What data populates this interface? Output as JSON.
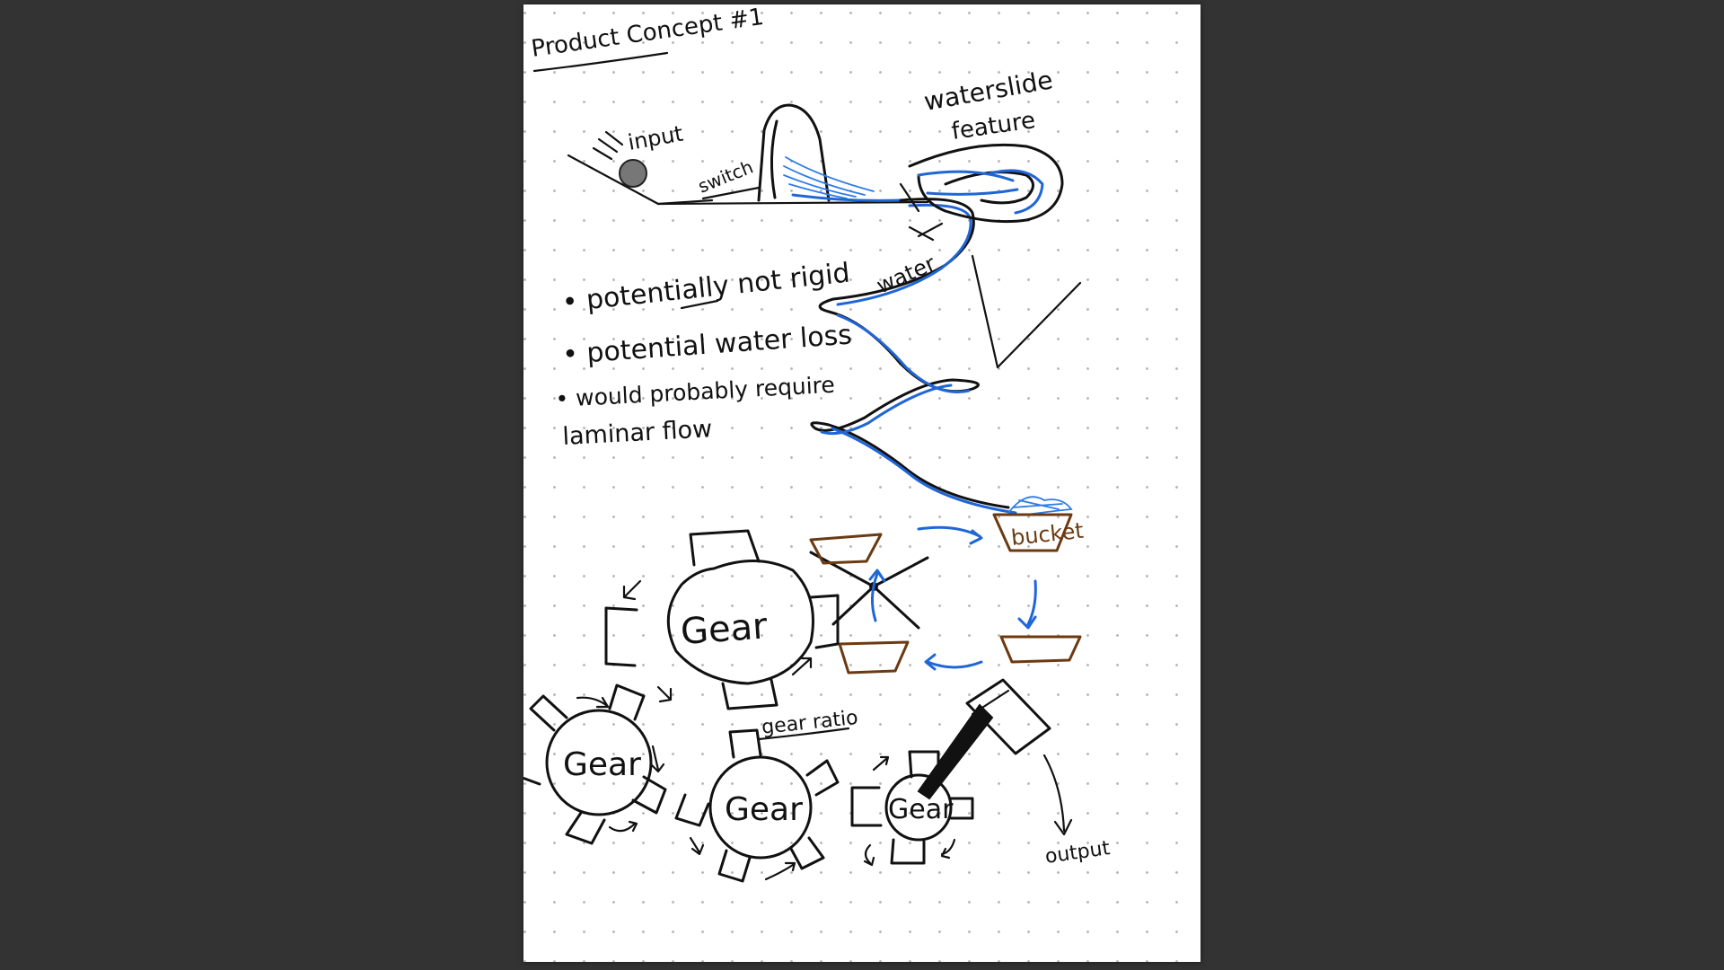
{
  "page": {
    "title": "Product Concept #1"
  },
  "labels": {
    "input": "input",
    "switch": "switch",
    "water": "water",
    "waterslide_line1": "waterslide",
    "waterslide_line2": "feature",
    "bucket": "bucket",
    "gear_ratio": "gear ratio",
    "output": "output"
  },
  "notes": [
    "• potentially not rigid",
    "• potential water loss",
    "• would probably require",
    "laminar flow"
  ],
  "gears": {
    "gear_top": "Gear",
    "gear_left": "Gear",
    "gear_middle": "Gear",
    "gear_small": "Gear"
  },
  "colors": {
    "ink": "#111111",
    "water_blue": "#1f66d6",
    "bucket_brown": "#6b3a12",
    "viewer_background": "#333333",
    "paper": "#ffffff"
  }
}
